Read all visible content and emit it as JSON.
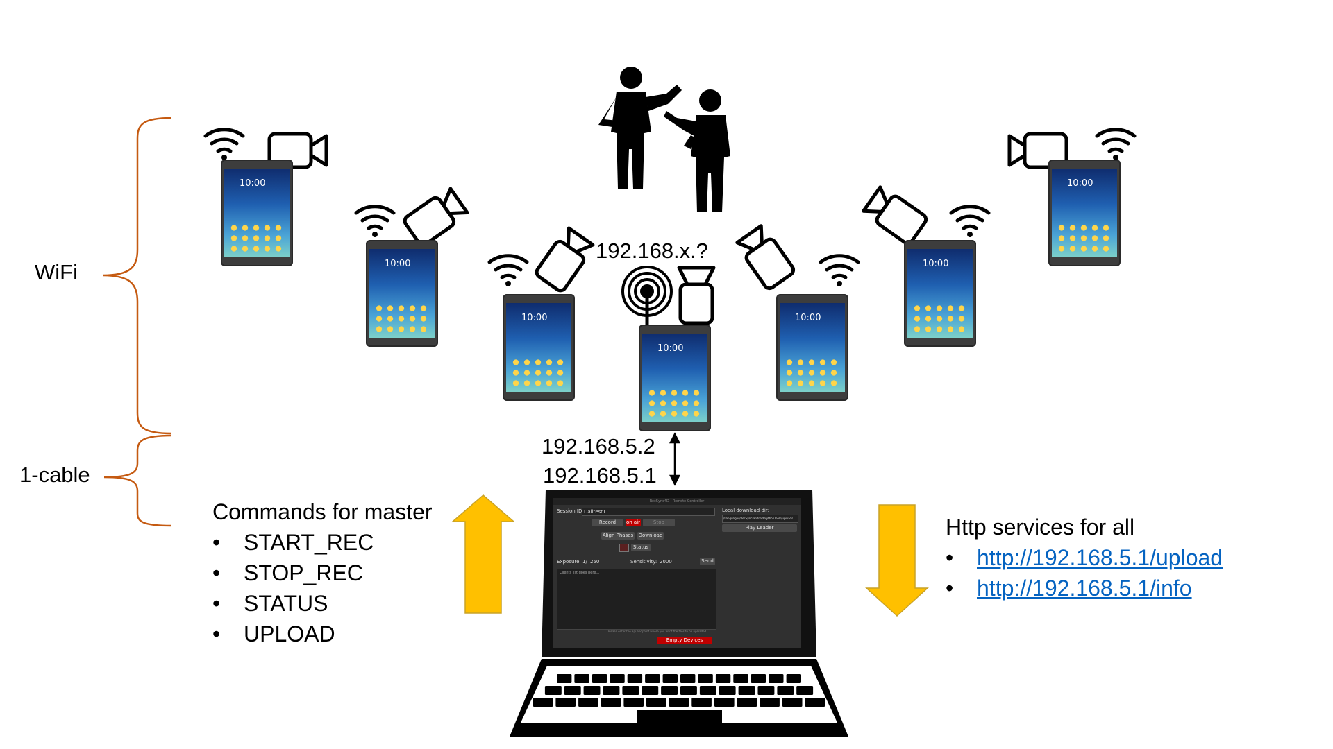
{
  "braces": {
    "wifi_label": "WiFi",
    "cable_label": "1-cable",
    "color": "#c55a11"
  },
  "master": {
    "ip_query": "192.168.x.?",
    "ip_device": "192.168.5.2",
    "ip_laptop": "192.168.5.1"
  },
  "commands": {
    "title": "Commands for master",
    "items": [
      "START_REC",
      "STOP_REC",
      "STATUS",
      "UPLOAD"
    ],
    "arrow_color": "#ffc000"
  },
  "http": {
    "title": "Http services for all",
    "links": [
      "http://192.168.5.1/upload",
      "http://192.168.5.1/info"
    ],
    "link_color": "#0563c1"
  },
  "tablet_time": "10:00",
  "laptop_app": {
    "title": "RecSync4D - Remote Controller",
    "session_label": "Session ID:",
    "session_value": "Dalitest1",
    "record": "Record",
    "on_air": "on air",
    "stop": "Stop",
    "align": "Align Phases",
    "download": "Download",
    "status": "Status",
    "exposure_label": "Exposure: 1/",
    "exposure_value": "250",
    "sensitivity_label": "Sensitivity:",
    "sensitivity_value": "2000",
    "send": "Send",
    "log_text": "Clients list goes here...",
    "hint": "Please enter the api endpoint where you want the files to be uploaded",
    "empty_devices": "Empty Devices",
    "download_dir_label": "Local download dir:",
    "download_dir_value": "/Languages/RecSync-android/PythonTools/uploads",
    "play_leader": "Play Leader"
  }
}
